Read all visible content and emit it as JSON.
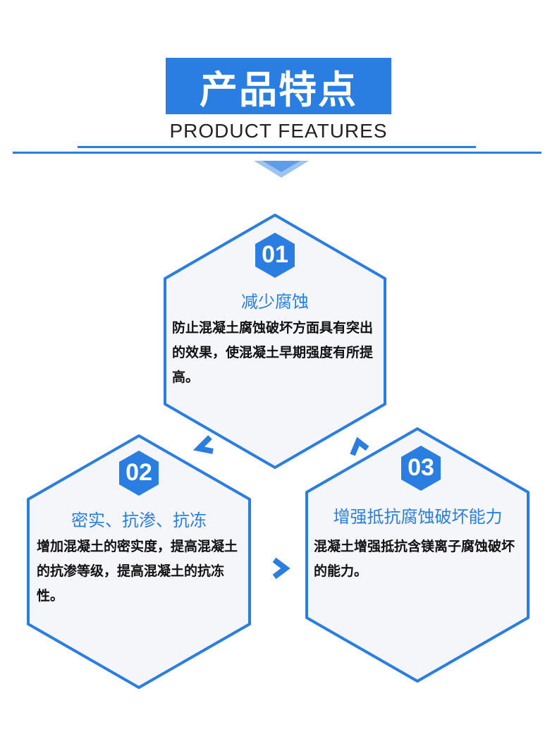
{
  "header": {
    "title": "产品特点",
    "subtitle": "PRODUCT  FEATURES"
  },
  "colors": {
    "accent": "#2a7de1",
    "hex_fill": "#f4f6fa",
    "title_text": "#2a7de1",
    "body_text": "#111111"
  },
  "features": [
    {
      "number": "01",
      "title": "减少腐蚀",
      "description": "防止混凝土腐蚀破坏方面具有突出的效果，使混凝土早期强度有所提高。"
    },
    {
      "number": "02",
      "title": "密实、抗渗、抗冻",
      "description": "增加混凝土的密实度，提高混凝土的抗渗等级，提高混凝土的抗冻性。"
    },
    {
      "number": "03",
      "title": "增强抵抗腐蚀破坏能力",
      "description": "混凝土增强抵抗含镁离子腐蚀破坏的能力。"
    }
  ],
  "connectors": [
    "chevron-down-left-icon",
    "chevron-up-icon",
    "chevron-right-icon"
  ]
}
